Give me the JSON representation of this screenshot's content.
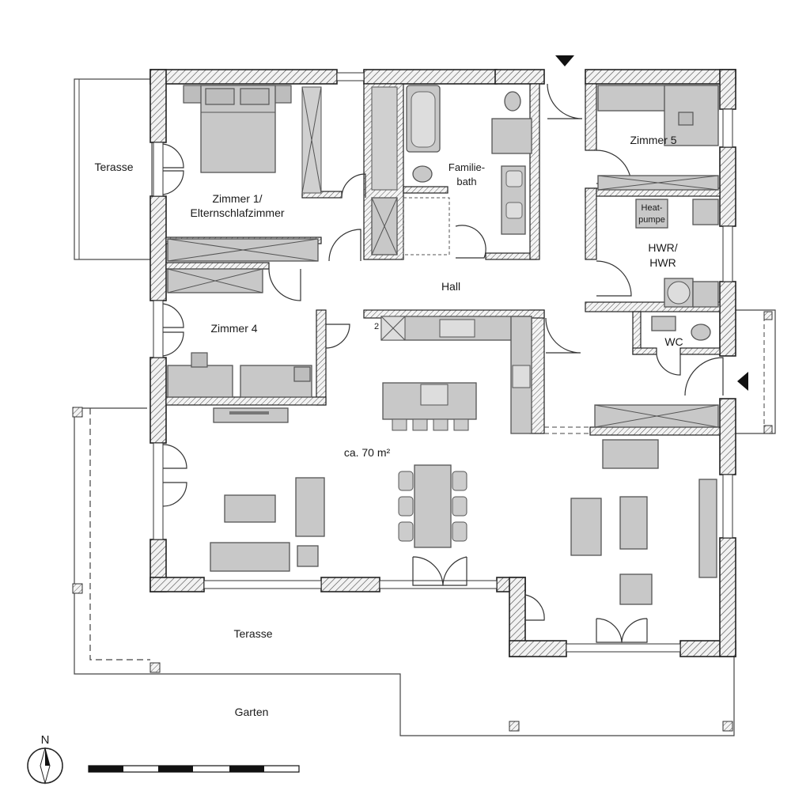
{
  "rooms": {
    "terrace_west": "Terasse",
    "bedroom_1_line1": "Zimmer 1/",
    "bedroom_1_line2": "Elternschlafzimmer",
    "bath_line1": "Familie-",
    "bath_line2": "bath",
    "room_5": "Zimmer 5",
    "heat_pump_line1": "Heat-",
    "heat_pump_line2": "pumpe",
    "utility_line1": "HWR/",
    "utility_line2": "HWR",
    "hall": "Hall",
    "room_4": "Zimmer 4",
    "wc": "WC",
    "living_area": "ca. 70 m²",
    "terrace_south": "Terasse",
    "garden": "Garten",
    "stair_number": "2"
  },
  "compass": {
    "north": "N"
  },
  "colors": {
    "wall_fill": "#e6e6e6",
    "wall_stroke": "#222222",
    "furniture": "#c8c8c8"
  },
  "icons": [
    "entrance-arrow-icon",
    "compass-icon",
    "scale-bar-icon"
  ]
}
